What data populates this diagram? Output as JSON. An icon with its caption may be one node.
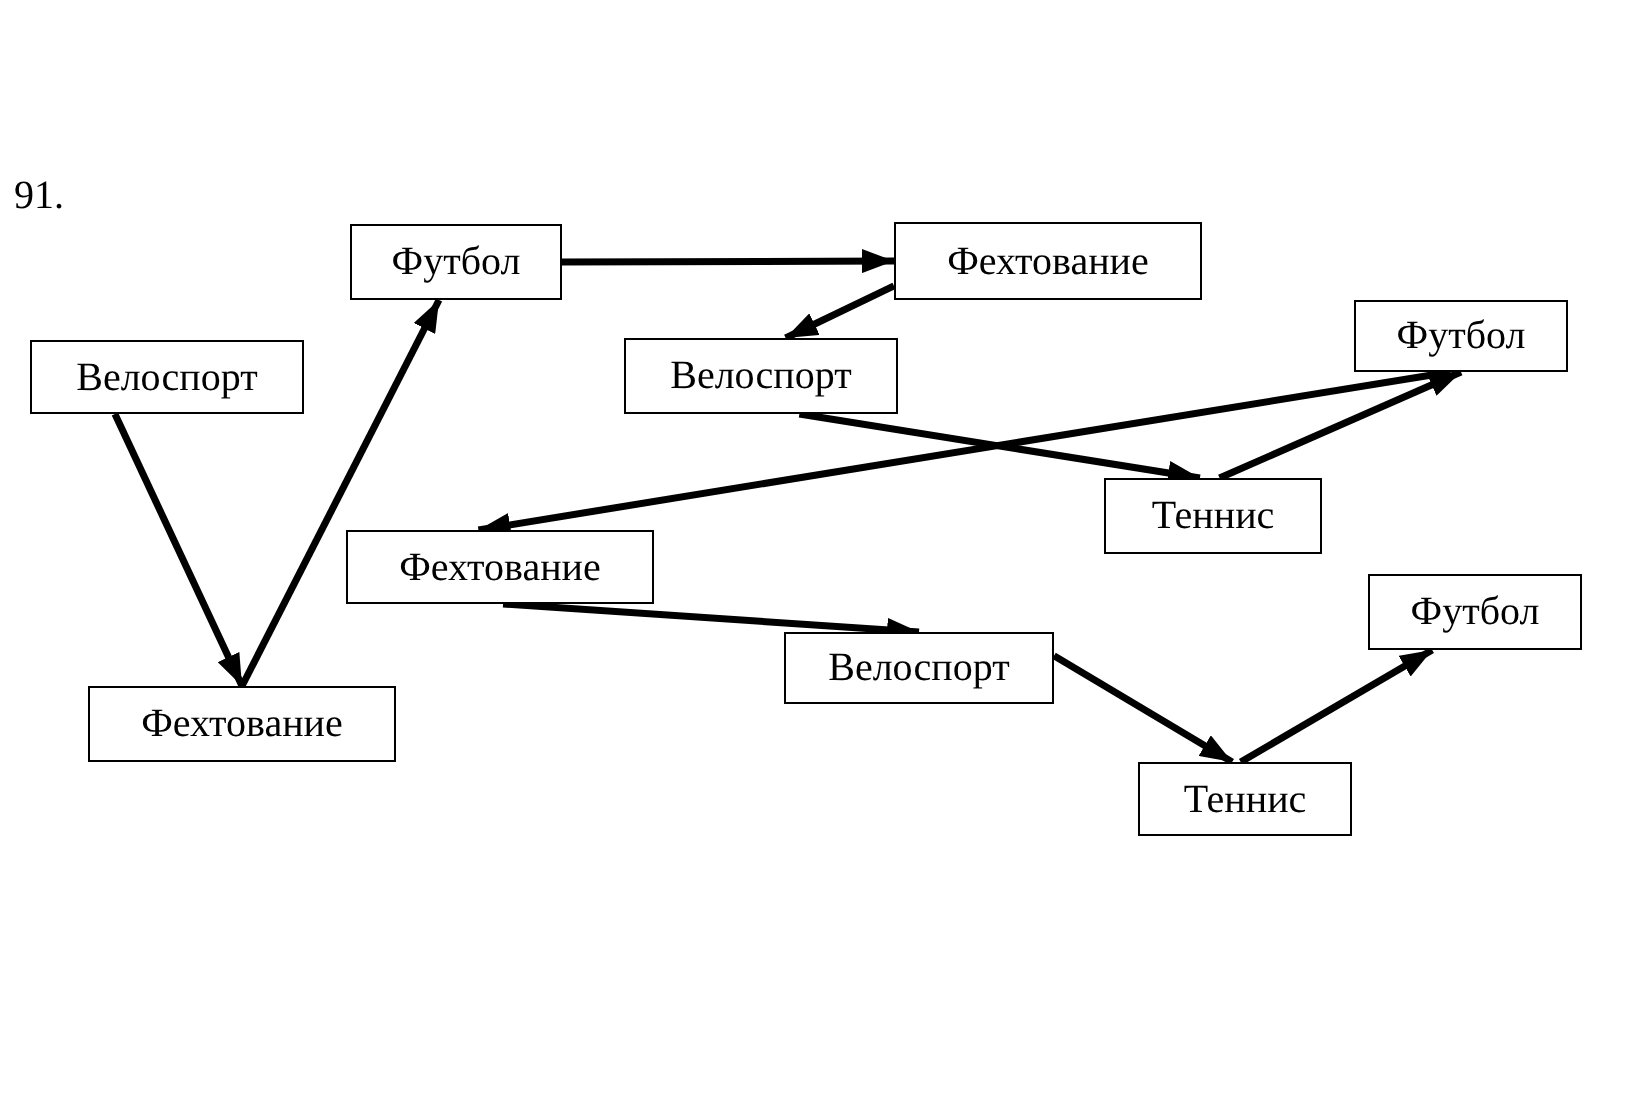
{
  "diagram": {
    "nodes": [
      {
        "text": [
          "Велоспорт"
        ]
      },
      {
        "text": [
          "Фехтование"
        ]
      },
      {
        "text": [
          "Футбол"
        ]
      },
      {
        "text": [
          "Фехтование"
        ]
      },
      {
        "text": [
          "Велоспорт"
        ]
      },
      {
        "text": [
          "Футбол"
        ]
      },
      {
        "text": [
          "Теннис"
        ]
      },
      {
        "text": [
          "Фехтование"
        ]
      },
      {
        "text": [
          "Велоспорт"
        ]
      },
      {
        "text": [
          "Футбол"
        ]
      },
      {
        "text": [
          "Теннис"
        ]
      }
    ],
    "edges": [
      {
        "from": 0,
        "to": 1,
        "arrow": "to"
      },
      {
        "from": 1,
        "to": 2,
        "arrow": "to"
      },
      {
        "from": 2,
        "to": 3,
        "arrow": "to"
      },
      {
        "from": 3,
        "to": 4,
        "arrow": "to"
      },
      {
        "from": 4,
        "to": 6,
        "arrow": "to"
      },
      {
        "from": 6,
        "to": 5,
        "arrow": "to"
      },
      {
        "from": 5,
        "to": 7,
        "arrow": "to"
      },
      {
        "from": 7,
        "to": 8,
        "arrow": "to"
      },
      {
        "from": 8,
        "to": 10,
        "arrow": "to"
      },
      {
        "from": 10,
        "to": 9,
        "arrow": "to"
      }
    ],
    "labels": [
      "91."
    ]
  }
}
